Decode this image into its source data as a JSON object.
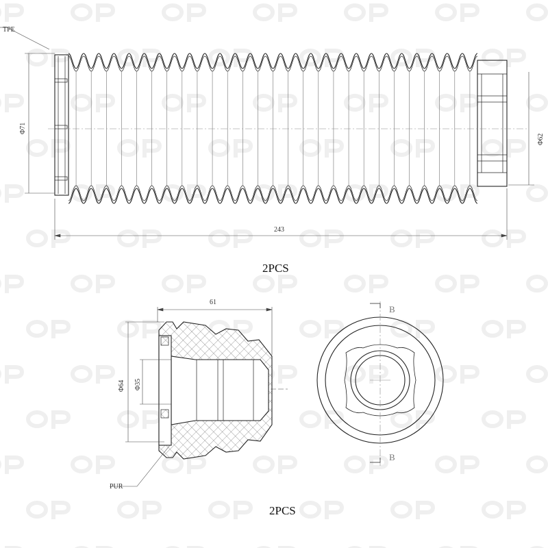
{
  "watermark": "OP",
  "top_part": {
    "material": "TPE",
    "dia_left": "Φ71",
    "dia_right": "Φ62",
    "length": "243",
    "quantity": "2PCS"
  },
  "bottom_part": {
    "length": "61",
    "dia_outer": "Φ64",
    "dia_inner": "Φ35",
    "section_top": "B",
    "section_bottom": "B",
    "material": "PUR",
    "quantity": "2PCS"
  }
}
